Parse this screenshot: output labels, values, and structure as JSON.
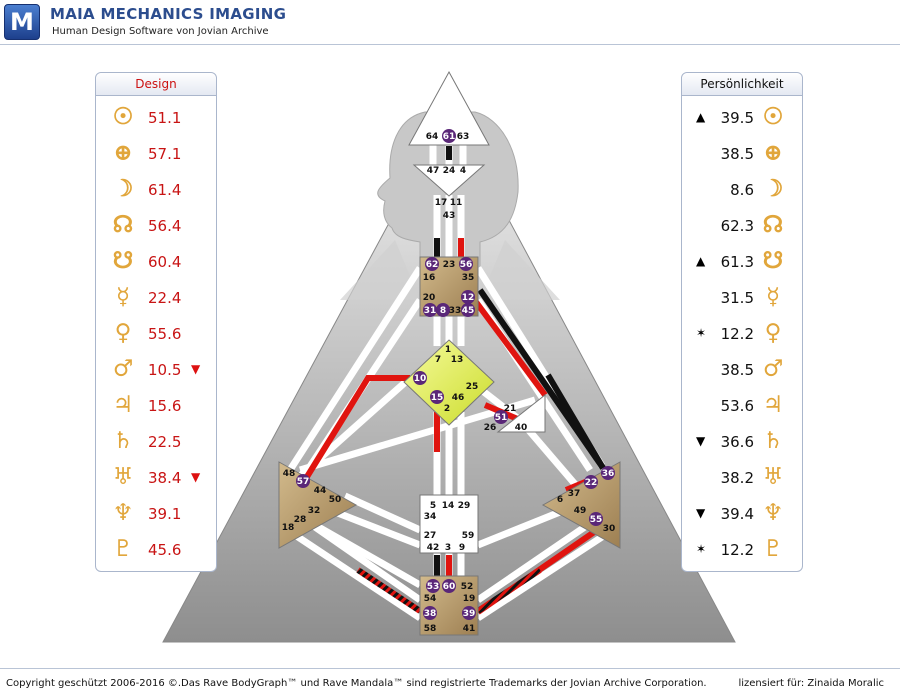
{
  "header": {
    "logo_letter": "M",
    "title": "MAIA MECHANICS IMAGING",
    "subtitle": "Human Design Software von Jovian Archive"
  },
  "design": {
    "title": "Design",
    "rows": [
      {
        "planet": "sun-icon",
        "glyph": "☉",
        "value": "51.1",
        "mark": ""
      },
      {
        "planet": "earth-icon",
        "glyph": "⊕",
        "value": "57.1",
        "mark": ""
      },
      {
        "planet": "moon-icon",
        "glyph": "☽",
        "value": "61.4",
        "mark": ""
      },
      {
        "planet": "north-node-icon",
        "glyph": "☊",
        "value": "56.4",
        "mark": ""
      },
      {
        "planet": "south-node-icon",
        "glyph": "☋",
        "value": "60.4",
        "mark": ""
      },
      {
        "planet": "mercury-icon",
        "glyph": "☿",
        "value": "22.4",
        "mark": ""
      },
      {
        "planet": "venus-icon",
        "glyph": "♀",
        "value": "55.6",
        "mark": ""
      },
      {
        "planet": "mars-icon",
        "glyph": "♂",
        "value": "10.5",
        "mark": "▼"
      },
      {
        "planet": "jupiter-icon",
        "glyph": "♃",
        "value": "15.6",
        "mark": ""
      },
      {
        "planet": "saturn-icon",
        "glyph": "♄",
        "value": "22.5",
        "mark": ""
      },
      {
        "planet": "uranus-icon",
        "glyph": "♅",
        "value": "38.4",
        "mark": "▼"
      },
      {
        "planet": "neptune-icon",
        "glyph": "♆",
        "value": "39.1",
        "mark": ""
      },
      {
        "planet": "pluto-icon",
        "glyph": "♇",
        "value": "45.6",
        "mark": ""
      }
    ]
  },
  "personality": {
    "title": "Persönlichkeit",
    "rows": [
      {
        "planet": "sun-icon",
        "glyph": "☉",
        "value": "39.5",
        "mark": "▲"
      },
      {
        "planet": "earth-icon",
        "glyph": "⊕",
        "value": "38.5",
        "mark": ""
      },
      {
        "planet": "moon-icon",
        "glyph": "☽",
        "value": "8.6",
        "mark": ""
      },
      {
        "planet": "north-node-icon",
        "glyph": "☊",
        "value": "62.3",
        "mark": ""
      },
      {
        "planet": "south-node-icon",
        "glyph": "☋",
        "value": "61.3",
        "mark": "▲"
      },
      {
        "planet": "mercury-icon",
        "glyph": "☿",
        "value": "31.5",
        "mark": ""
      },
      {
        "planet": "venus-icon",
        "glyph": "♀",
        "value": "12.2",
        "mark": "✶"
      },
      {
        "planet": "mars-icon",
        "glyph": "♂",
        "value": "38.5",
        "mark": ""
      },
      {
        "planet": "jupiter-icon",
        "glyph": "♃",
        "value": "53.6",
        "mark": ""
      },
      {
        "planet": "saturn-icon",
        "glyph": "♄",
        "value": "36.6",
        "mark": "▼"
      },
      {
        "planet": "uranus-icon",
        "glyph": "♅",
        "value": "38.2",
        "mark": ""
      },
      {
        "planet": "neptune-icon",
        "glyph": "♆",
        "value": "39.4",
        "mark": "▼"
      },
      {
        "planet": "pluto-icon",
        "glyph": "♇",
        "value": "12.2",
        "mark": "✶"
      }
    ]
  },
  "colors": {
    "design_red": "#e0140f",
    "personality_black": "#111111",
    "defined_center": "#b89a6c",
    "g_center": "#e6f24a",
    "active_gate": "#5a2778",
    "background_gradient": "#9a9a9a"
  },
  "bodygraph": {
    "gates": [
      {
        "n": "64",
        "active": false
      },
      {
        "n": "61",
        "active": true
      },
      {
        "n": "63",
        "active": false
      },
      {
        "n": "47",
        "active": false
      },
      {
        "n": "24",
        "active": false
      },
      {
        "n": "4",
        "active": false
      },
      {
        "n": "17",
        "active": false
      },
      {
        "n": "11",
        "active": false
      },
      {
        "n": "43",
        "active": false
      },
      {
        "n": "62",
        "active": true
      },
      {
        "n": "23",
        "active": false
      },
      {
        "n": "56",
        "active": true
      },
      {
        "n": "16",
        "active": false
      },
      {
        "n": "35",
        "active": false
      },
      {
        "n": "20",
        "active": false
      },
      {
        "n": "12",
        "active": true
      },
      {
        "n": "31",
        "active": true
      },
      {
        "n": "8",
        "active": true
      },
      {
        "n": "33",
        "active": false
      },
      {
        "n": "45",
        "active": true
      },
      {
        "n": "1",
        "active": false
      },
      {
        "n": "7",
        "active": false
      },
      {
        "n": "13",
        "active": false
      },
      {
        "n": "10",
        "active": true
      },
      {
        "n": "25",
        "active": false
      },
      {
        "n": "46",
        "active": false
      },
      {
        "n": "15",
        "active": true
      },
      {
        "n": "2",
        "active": false
      },
      {
        "n": "21",
        "active": false
      },
      {
        "n": "51",
        "active": true
      },
      {
        "n": "26",
        "active": false
      },
      {
        "n": "40",
        "active": false
      },
      {
        "n": "48",
        "active": false
      },
      {
        "n": "57",
        "active": true
      },
      {
        "n": "44",
        "active": false
      },
      {
        "n": "50",
        "active": false
      },
      {
        "n": "32",
        "active": false
      },
      {
        "n": "28",
        "active": false
      },
      {
        "n": "18",
        "active": false
      },
      {
        "n": "36",
        "active": true
      },
      {
        "n": "22",
        "active": true
      },
      {
        "n": "37",
        "active": false
      },
      {
        "n": "6",
        "active": false
      },
      {
        "n": "49",
        "active": false
      },
      {
        "n": "55",
        "active": true
      },
      {
        "n": "30",
        "active": false
      },
      {
        "n": "5",
        "active": false
      },
      {
        "n": "14",
        "active": false
      },
      {
        "n": "29",
        "active": false
      },
      {
        "n": "34",
        "active": false
      },
      {
        "n": "27",
        "active": false
      },
      {
        "n": "59",
        "active": false
      },
      {
        "n": "42",
        "active": false
      },
      {
        "n": "3",
        "active": false
      },
      {
        "n": "9",
        "active": false
      },
      {
        "n": "53",
        "active": true
      },
      {
        "n": "60",
        "active": true
      },
      {
        "n": "52",
        "active": false
      },
      {
        "n": "54",
        "active": false
      },
      {
        "n": "19",
        "active": false
      },
      {
        "n": "38",
        "active": true
      },
      {
        "n": "39",
        "active": true
      },
      {
        "n": "58",
        "active": false
      },
      {
        "n": "41",
        "active": false
      }
    ]
  },
  "footer": {
    "copyright": "Copyright geschützt 2006-2016 ©.Das Rave BodyGraph™ und Rave Mandala™ sind registrierte Trademarks der Jovian Archive Corporation.",
    "license": "lizensiert für: Zinaida Moralic"
  }
}
